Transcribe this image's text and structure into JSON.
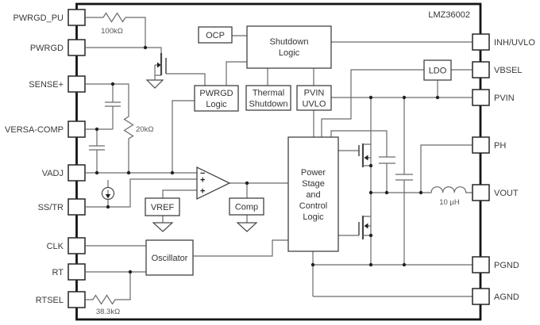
{
  "chip": {
    "name": "LMZ36002"
  },
  "pins": {
    "left": [
      {
        "label": "PWRGD_PU"
      },
      {
        "label": "PWRGD"
      },
      {
        "label": "SENSE+"
      },
      {
        "label": "VERSA-COMP"
      },
      {
        "label": "VADJ"
      },
      {
        "label": "SS/TR"
      },
      {
        "label": "CLK"
      },
      {
        "label": "RT"
      },
      {
        "label": "RTSEL"
      }
    ],
    "right": [
      {
        "label": "INH/UVLO"
      },
      {
        "label": "VBSEL"
      },
      {
        "label": "PVIN"
      },
      {
        "label": "PH"
      },
      {
        "label": "VOUT"
      },
      {
        "label": "PGND"
      },
      {
        "label": "AGND"
      }
    ]
  },
  "blocks": {
    "ocp": "OCP",
    "shutdown_logic_line1": "Shutdown",
    "shutdown_logic_line2": "Logic",
    "pwrgd_logic_line1": "PWRGD",
    "pwrgd_logic_line2": "Logic",
    "thermal_shutdown_line1": "Thermal",
    "thermal_shutdown_line2": "Shutdown",
    "pvin_uvlo_line1": "PVIN",
    "pvin_uvlo_line2": "UVLO",
    "ldo": "LDO",
    "vref": "VREF",
    "comp": "Comp",
    "oscillator": "Oscillator",
    "power_stage_line1": "Power",
    "power_stage_line2": "Stage",
    "power_stage_line3": "and",
    "power_stage_line4": "Control",
    "power_stage_line5": "Logic"
  },
  "components": {
    "pullup_resistor_value": "100kΩ",
    "divider_resistor_value": "20kΩ",
    "rtsel_resistor_value": "38.3kΩ",
    "inductor_value": "10 µH"
  },
  "amplifier": {
    "inverting_sign": "−",
    "noninverting_sign1": "+",
    "noninverting_sign2": "+"
  },
  "colors": {
    "background": "#ffffff",
    "wire": "#6a6a6a",
    "block_border": "#424242",
    "chip_border": "#141414",
    "text": "#333333",
    "value_text": "#555555"
  }
}
